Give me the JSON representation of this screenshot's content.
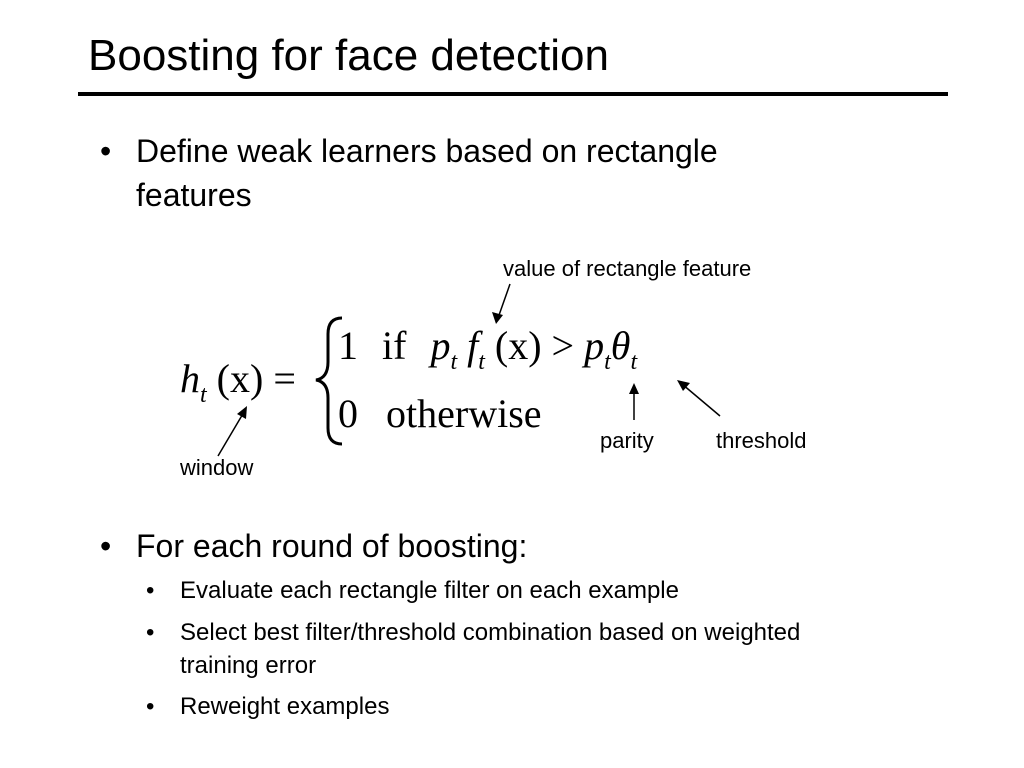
{
  "slide": {
    "title": "Boosting for face detection",
    "bullets": [
      {
        "text_lines": [
          "Define weak learners based on rectangle",
          "features"
        ]
      },
      {
        "text": "For each round of boosting:",
        "subitems": [
          {
            "lines": [
              "Evaluate each rectangle filter on each example"
            ]
          },
          {
            "lines": [
              "Select best filter/threshold combination based on weighted",
              "training error"
            ]
          },
          {
            "lines": [
              "Reweight examples"
            ]
          }
        ]
      }
    ],
    "bullet_char": "•"
  },
  "formula": {
    "lhs_func": "h",
    "lhs_sub": "t",
    "lhs_arg": "(x) =",
    "case1_value": "1",
    "case1_if": "if",
    "case1_p": "p",
    "case1_p_sub": "t",
    "case1_f": "f",
    "case1_f_sub": "t",
    "case1_arg": "(x) >",
    "case1_p2": "p",
    "case1_p2_sub": "t",
    "case1_theta": "θ",
    "case1_theta_sub": "t",
    "case2_value": "0",
    "case2_text": "otherwise"
  },
  "annotations": {
    "feature": "value of rectangle feature",
    "window": "window",
    "parity": "parity",
    "threshold": "threshold"
  }
}
